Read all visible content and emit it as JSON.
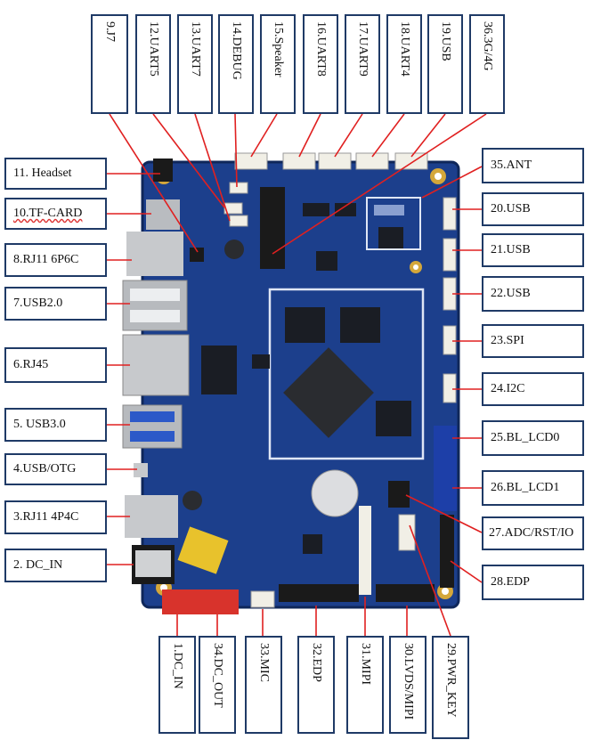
{
  "labels": {
    "top": [
      {
        "id": "j7",
        "text": "9.J7"
      },
      {
        "id": "uart5",
        "text": "12.UART5"
      },
      {
        "id": "uart7",
        "text": "13.UART7"
      },
      {
        "id": "debug",
        "text": "14.DEBUG"
      },
      {
        "id": "speaker",
        "text": "15.Speaker"
      },
      {
        "id": "uart8",
        "text": "16.UART8"
      },
      {
        "id": "uart9",
        "text": "17.UART9"
      },
      {
        "id": "uart4",
        "text": "18.UART4"
      },
      {
        "id": "usb19",
        "text": "19.USB"
      },
      {
        "id": "3g4g",
        "text": "36.3G/4G"
      }
    ],
    "left": [
      {
        "id": "headset",
        "text": "11. Headset"
      },
      {
        "id": "tfcard",
        "text": "10.TF-CARD"
      },
      {
        "id": "rj11-6p6c",
        "text": "8.RJ11 6P6C"
      },
      {
        "id": "usb20",
        "text": "7.USB2.0"
      },
      {
        "id": "rj45",
        "text": "6.RJ45"
      },
      {
        "id": "usb30",
        "text": "5. USB3.0"
      },
      {
        "id": "usbotg",
        "text": "4.USB/OTG"
      },
      {
        "id": "rj11-4p4c",
        "text": "3.RJ11 4P4C"
      },
      {
        "id": "dcin2",
        "text": "2. DC_IN"
      }
    ],
    "right": [
      {
        "id": "ant",
        "text": "35.ANT"
      },
      {
        "id": "usb20r",
        "text": "20.USB"
      },
      {
        "id": "usb21",
        "text": "21.USB"
      },
      {
        "id": "usb22",
        "text": "22.USB"
      },
      {
        "id": "spi",
        "text": "23.SPI"
      },
      {
        "id": "i2c",
        "text": "24.I2C"
      },
      {
        "id": "bllcd0",
        "text": "25.BL_LCD0"
      },
      {
        "id": "bllcd1",
        "text": "26.BL_LCD1"
      },
      {
        "id": "adc",
        "text": "27.ADC/RST/IO"
      },
      {
        "id": "edp28",
        "text": "28.EDP"
      }
    ],
    "bottom": [
      {
        "id": "dcin1",
        "text": "1.DC_IN"
      },
      {
        "id": "dcout",
        "text": "34.DC_OUT"
      },
      {
        "id": "mic",
        "text": "33.MIC"
      },
      {
        "id": "edp32",
        "text": "32.EDP"
      },
      {
        "id": "mipi",
        "text": "31.MIPI"
      },
      {
        "id": "lvds",
        "text": "30.LVDS/MIPI"
      },
      {
        "id": "pwrkey",
        "text": "29.PWR_KEY"
      }
    ]
  },
  "colors": {
    "board": "#1c3f8c",
    "board_dark": "#132d66",
    "pointer": "#e02020",
    "box_border": "#1f3a66",
    "connector_white": "#f1efe6",
    "connector_red": "#d8332c",
    "connector_black": "#1a1a1a",
    "metal": "#c7c9cc",
    "gold": "#d4a73a"
  }
}
